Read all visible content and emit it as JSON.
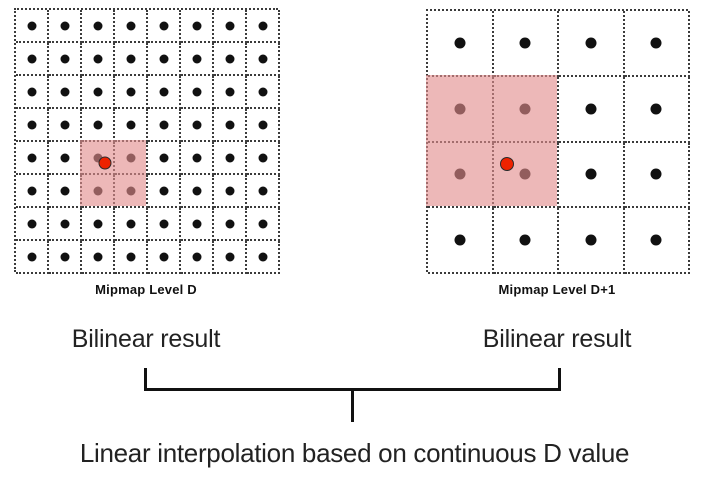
{
  "figure": {
    "title_text_bottom": "Linear interpolation based on continuous D value",
    "background_color": "#ffffff",
    "highlight_color": "#e28c8c",
    "sample_dot_color": "#ee2200",
    "texel_dot_color": "#111111",
    "grid_line_color": "#3b3b3b"
  },
  "panels": [
    {
      "id": "level-d",
      "caption": "Mipmap Level D",
      "bilinear_label": "Bilinear result",
      "grid": {
        "cols": 8,
        "rows": 8
      },
      "highlight": {
        "col_start": 3,
        "row_start": 5,
        "col_span": 2,
        "row_span": 2
      },
      "sample_point": {
        "col": 3,
        "row": 5
      }
    },
    {
      "id": "level-d-plus-1",
      "caption": "Mipmap Level D+1",
      "bilinear_label": "Bilinear result",
      "grid": {
        "cols": 4,
        "rows": 4
      },
      "highlight": {
        "col_start": 1,
        "row_start": 2,
        "col_span": 2,
        "row_span": 2
      },
      "sample_point": {
        "col": 2,
        "row": 3
      }
    }
  ],
  "connector": {
    "type": "brace",
    "label": "Linear interpolation based on continuous D value"
  }
}
